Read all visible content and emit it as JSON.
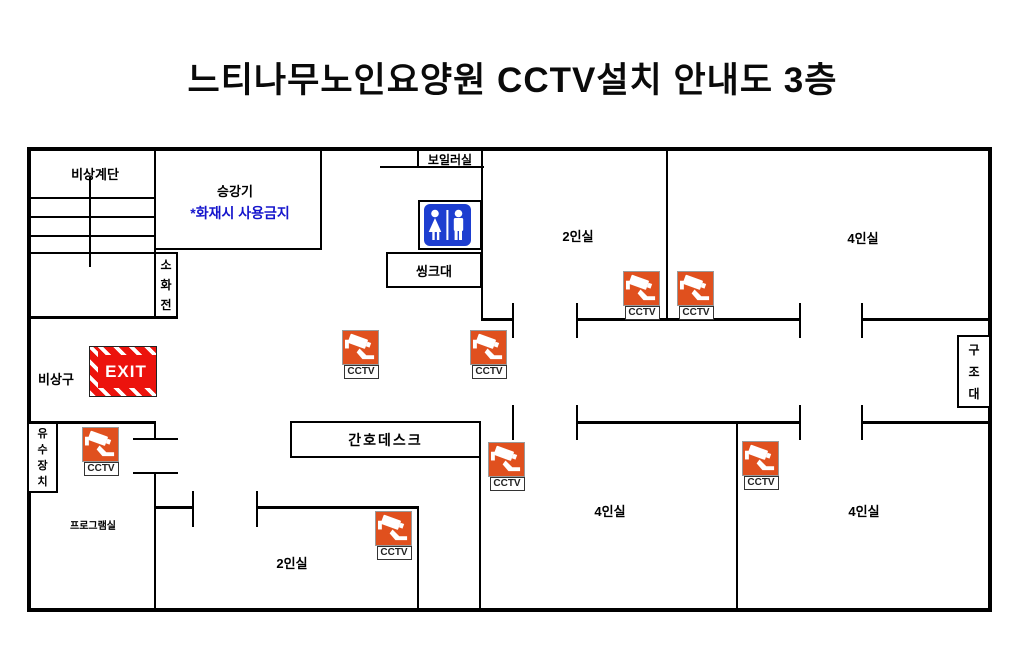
{
  "title": "느티나무노인요양원 CCTV설치 안내도 3층",
  "labels": {
    "stairs": "비상계단",
    "elevator": "승강기",
    "elevator_notice": "*화재시  사용금지",
    "fire_hydrant": "소화전",
    "boiler_room": "보일러실",
    "sink": "씽크대",
    "room2_top": "2인실",
    "room4_top_right": "4인실",
    "emergency_exit": "비상구",
    "exit_sign": "EXIT",
    "flow_device": "유수장치",
    "program_room": "프로그램실",
    "nurse_desk": "간호데스크",
    "room2_bottom": "2인실",
    "room4_bottom_middle": "4인실",
    "room4_bottom_right": "4인실",
    "rescue": "구조대"
  },
  "cctv": {
    "label": "CCTV",
    "count": 8
  },
  "icons": {
    "cctv": "cctv-camera-icon",
    "restroom": "restroom-icon",
    "exit": "exit-sign",
    "stairs": "stairs-lines"
  },
  "colors": {
    "wall": "#000000",
    "cctv_orange": "#e0501e",
    "exit_red": "#ec130d",
    "restroom_blue": "#1d3ed0",
    "notice_blue": "#1414cc"
  }
}
